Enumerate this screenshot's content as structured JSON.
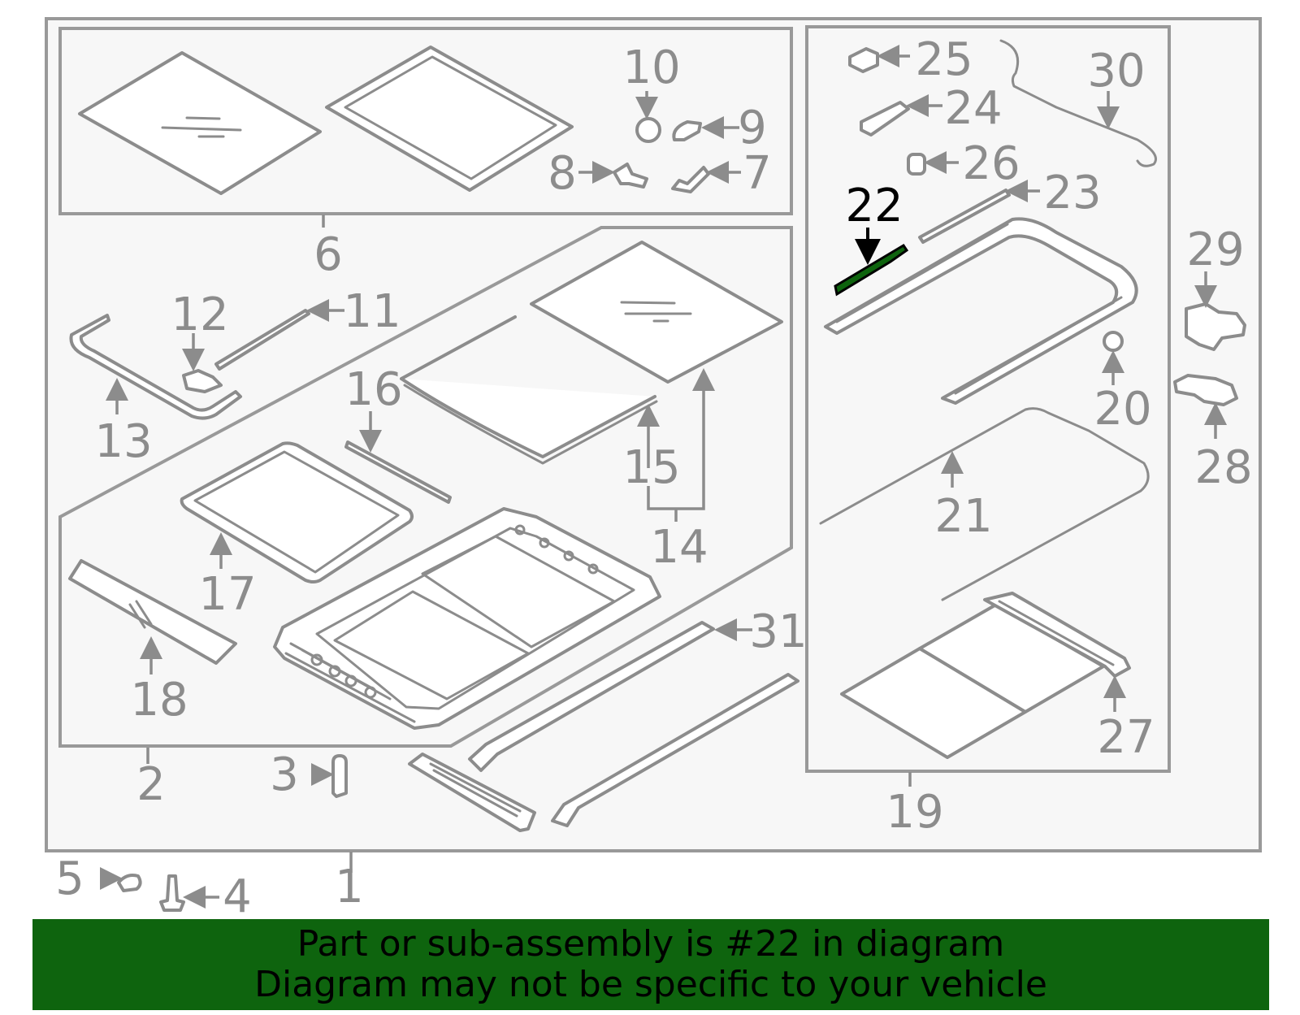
{
  "diagram": {
    "highlighted_callout": "22",
    "highlight_color": "#0e640e",
    "line_color": "#8c8c8c",
    "callouts": {
      "c1": "1",
      "c2": "2",
      "c3": "3",
      "c4": "4",
      "c5": "5",
      "c6": "6",
      "c7": "7",
      "c8": "8",
      "c9": "9",
      "c10": "10",
      "c11": "11",
      "c12": "12",
      "c13": "13",
      "c14": "14",
      "c15": "15",
      "c16": "16",
      "c17": "17",
      "c18": "18",
      "c19": "19",
      "c20": "20",
      "c21": "21",
      "c22": "22",
      "c23": "23",
      "c24": "24",
      "c25": "25",
      "c26": "26",
      "c27": "27",
      "c28": "28",
      "c29": "29",
      "c30": "30",
      "c31": "31"
    }
  },
  "banner": {
    "line1": "Part or sub-assembly is #22 in diagram",
    "line2": "Diagram may not be specific to your vehicle",
    "background": "#0e640e"
  }
}
